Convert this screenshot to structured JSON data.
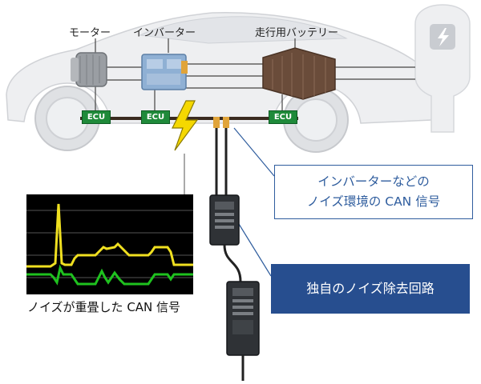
{
  "labels": {
    "motor": "モーター",
    "inverter": "インバーター",
    "battery": "走行用バッテリー"
  },
  "ecu_label": "ECU",
  "callouts": {
    "noise_env_line1": "インバーターなどの",
    "noise_env_line2": "ノイズ環境の CAN 信号",
    "noise_removal": "独自のノイズ除去回路"
  },
  "scope_caption": "ノイズが重畳した CAN 信号",
  "colors": {
    "accent_blue": "#274e8f",
    "callout_border": "#2f5d9e",
    "ecu_green": "#1f8a3a",
    "signal_yellow": "#f0e020",
    "signal_green": "#1fc21f",
    "lightning": "#f5d800"
  },
  "icons": [
    "lightning-bolt-icon",
    "charging-plug-icon"
  ]
}
